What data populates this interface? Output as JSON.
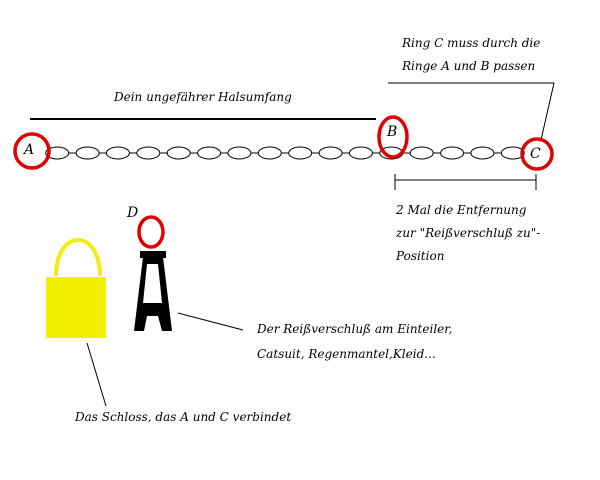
{
  "labels": {
    "ring_a": "A",
    "ring_b": "B",
    "ring_c": "C",
    "ring_d": "D"
  },
  "texts": {
    "neck_circumference": "Dein ungefährer Halsumfang",
    "ring_c_line1": "Ring C muss durch die",
    "ring_c_line2": "Ringe A und B passen",
    "distance_line1": "2 Mal die Entfernung",
    "distance_line2": "zur \"Reißverschluß zu\"-",
    "distance_line3": "Position",
    "zipper_line1": "Der Reißverschluß am Einteiler,",
    "zipper_line2": "Catsuit, Regenmantel,Kleid...",
    "lock": "Das Schloss, das A und C verbindet"
  },
  "colors": {
    "ring_red": "#e00000",
    "lock_yellow": "#f2ee14",
    "lock_yellow_body": "#f5f000",
    "zipper_black": "#000000",
    "line_black": "#000000"
  }
}
